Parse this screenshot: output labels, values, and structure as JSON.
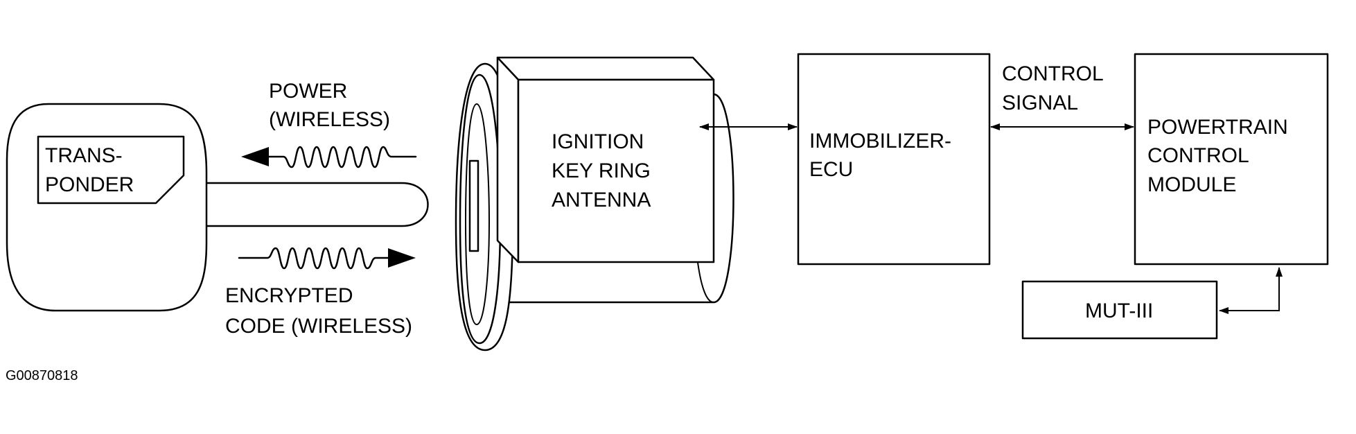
{
  "labels": {
    "transponder": [
      "TRANS-",
      "PONDER"
    ],
    "power": [
      "POWER",
      "(WIRELESS)"
    ],
    "encrypted": [
      "ENCRYPTED",
      "CODE (WIRELESS)"
    ],
    "antenna": [
      "IGNITION",
      "KEY RING",
      "ANTENNA"
    ],
    "immobilizer": [
      "IMMOBILIZER-",
      "ECU"
    ],
    "control_signal": [
      "CONTROL",
      "SIGNAL"
    ],
    "pcm": [
      "POWERTRAIN",
      "CONTROL",
      "MODULE"
    ],
    "mut": "MUT-III",
    "figure_code": "G00870818"
  }
}
